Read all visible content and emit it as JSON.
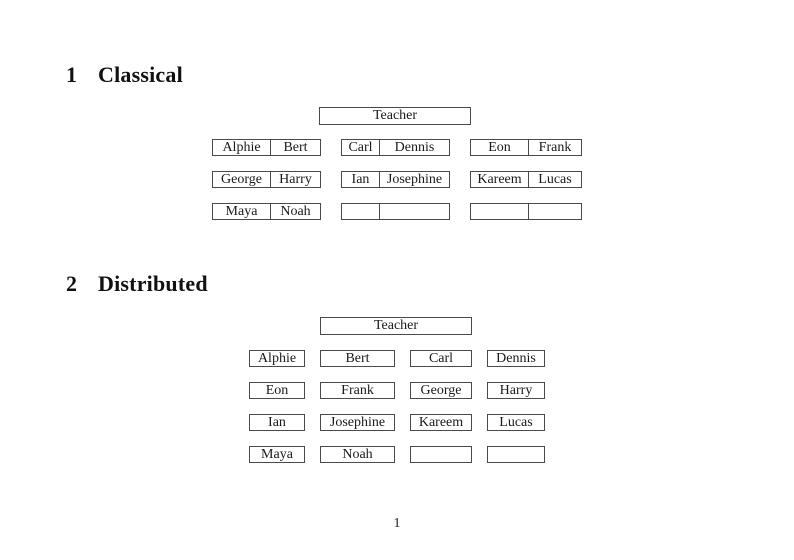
{
  "document": {
    "page_number": "1",
    "colors": {
      "background": "#ffffff",
      "border": "#4a4a4a",
      "text": "#1a1a1a"
    },
    "sections": [
      {
        "number": "1",
        "title": "Classical",
        "teacher_label": "Teacher",
        "desks": [
          [
            "Alphie",
            "Bert"
          ],
          [
            "Carl",
            "Dennis"
          ],
          [
            "Eon",
            "Frank"
          ],
          [
            "George",
            "Harry"
          ],
          [
            "Ian",
            "Josephine"
          ],
          [
            "Kareem",
            "Lucas"
          ],
          [
            "Maya",
            "Noah"
          ],
          [
            "",
            ""
          ],
          [
            "",
            ""
          ]
        ]
      },
      {
        "number": "2",
        "title": "Distributed",
        "teacher_label": "Teacher",
        "seats": [
          "Alphie",
          "Bert",
          "Carl",
          "Dennis",
          "Eon",
          "Frank",
          "George",
          "Harry",
          "Ian",
          "Josephine",
          "Kareem",
          "Lucas",
          "Maya",
          "Noah",
          "",
          ""
        ]
      }
    ]
  }
}
